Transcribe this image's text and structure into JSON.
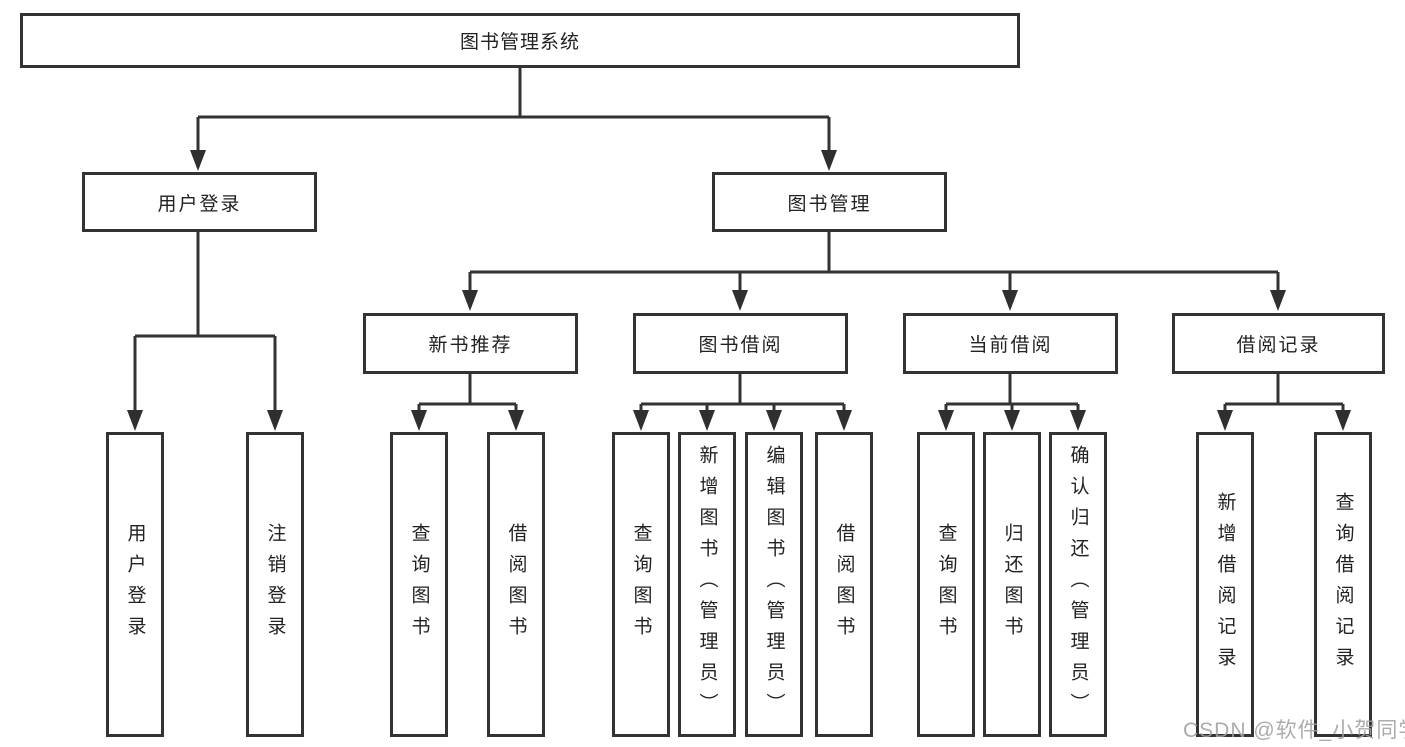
{
  "diagram": {
    "root": "图书管理系统",
    "branches": {
      "user_login": "用户登录",
      "book_management": "图书管理"
    },
    "modules": {
      "new_book_recommend": "新书推荐",
      "book_borrow": "图书借阅",
      "current_borrow": "当前借阅",
      "borrow_record": "借阅记录"
    },
    "leaves": {
      "user_login": [
        "用户登录",
        "注销登录"
      ],
      "new_book_recommend": [
        "查询图书",
        "借阅图书"
      ],
      "book_borrow": [
        "查询图书",
        "新增图书（管理员）",
        "编辑图书（管理员）",
        "借阅图书"
      ],
      "current_borrow": [
        "查询图书",
        "归还图书",
        "确认归还（管理员）"
      ],
      "borrow_record": [
        "新增借阅记录",
        "查询借阅记录"
      ]
    }
  },
  "watermark": "CSDN @软件_小贺同学",
  "colors": {
    "line": "#333333",
    "text": "#222222",
    "watermark": "#a0a0a0",
    "background": "#ffffff"
  }
}
